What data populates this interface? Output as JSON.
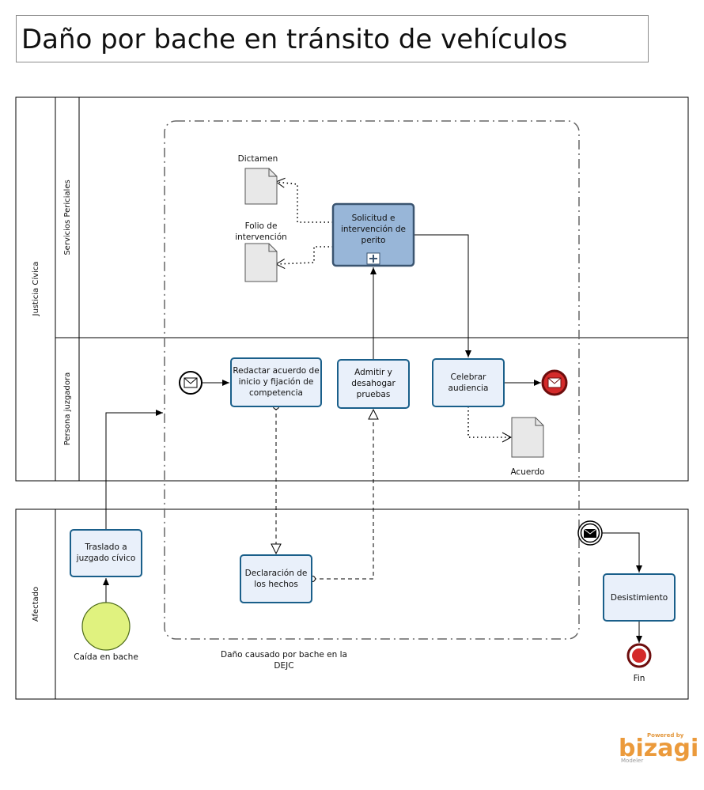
{
  "title": "Daño por bache en tránsito de vehículos",
  "pools": {
    "top": "Justicia Cívica",
    "bottom": "Afectado"
  },
  "lanes": {
    "servicios": "Servicios Periciales",
    "persona": "Persona juzgadora"
  },
  "group_label": [
    "Daño causado por bache en la",
    "DEJC"
  ],
  "tasks": {
    "solicitud": [
      "Solicitud e",
      "intervención de",
      "perito"
    ],
    "redactar": [
      "Redactar acuerdo de",
      "inicio y fijación de",
      "competencia"
    ],
    "admitir": [
      "Admitir y",
      "desahogar",
      "pruebas"
    ],
    "celebrar": [
      "Celebrar",
      "audiencia"
    ],
    "traslado": [
      "Traslado a",
      "juzgado cívico"
    ],
    "declaracion": [
      "Declaración de",
      "los hechos"
    ],
    "desistimiento": [
      "Desistimiento"
    ]
  },
  "documents": {
    "dictamen": "Dictamen",
    "folio": [
      "Folio de",
      "intervención"
    ],
    "acuerdo": "Acuerdo"
  },
  "events": {
    "start": "Caída en bache",
    "end": "Fin"
  },
  "logo": {
    "powered": "Powered by",
    "brand": "bizagi",
    "product": "Modeler"
  },
  "colors": {
    "task_fill": "#e9f0fa",
    "task_stroke": "#1a5f8a",
    "subprocess_fill": "#98b6d8",
    "start_fill": "#e0f27f",
    "end_fill": "#d42a2a",
    "brand": "#eb9a3b"
  }
}
